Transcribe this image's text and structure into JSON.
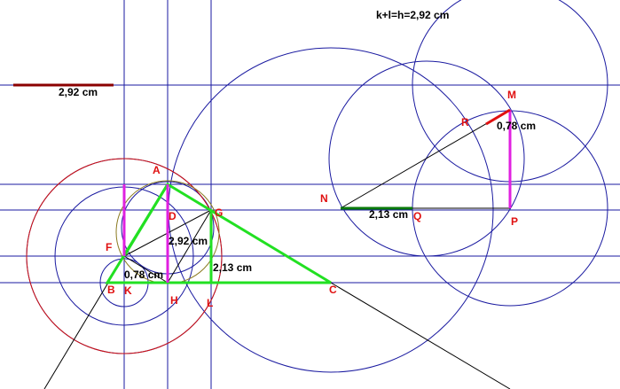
{
  "formula": "k+l=h=2,92  cm",
  "measures": {
    "segment_h": "2,92  cm",
    "mq": "0,78  cm",
    "nq": "2,13  cm",
    "fg": "2,92  cm",
    "gl": "2,13  cm",
    "fk": "0,78  cm"
  },
  "points": {
    "A": "A",
    "B": "B",
    "C": "C",
    "D": "D",
    "F": "F",
    "G": "G",
    "H": "H",
    "K": "K",
    "L": "L",
    "M": "M",
    "N": "N",
    "P": "P",
    "Q": "Q",
    "R": "R"
  },
  "colors": {
    "construction": "#1a1aa0",
    "triangle": "#22e022",
    "segment_h": "#8b0000",
    "altitude": "#e020e0",
    "circle_red": "#d01010",
    "circle_olive": "#8a7a20",
    "thin": "#000000",
    "segment_mr": "#e01010",
    "segment_nq": "#0a7a0a",
    "label": "#e01010"
  }
}
